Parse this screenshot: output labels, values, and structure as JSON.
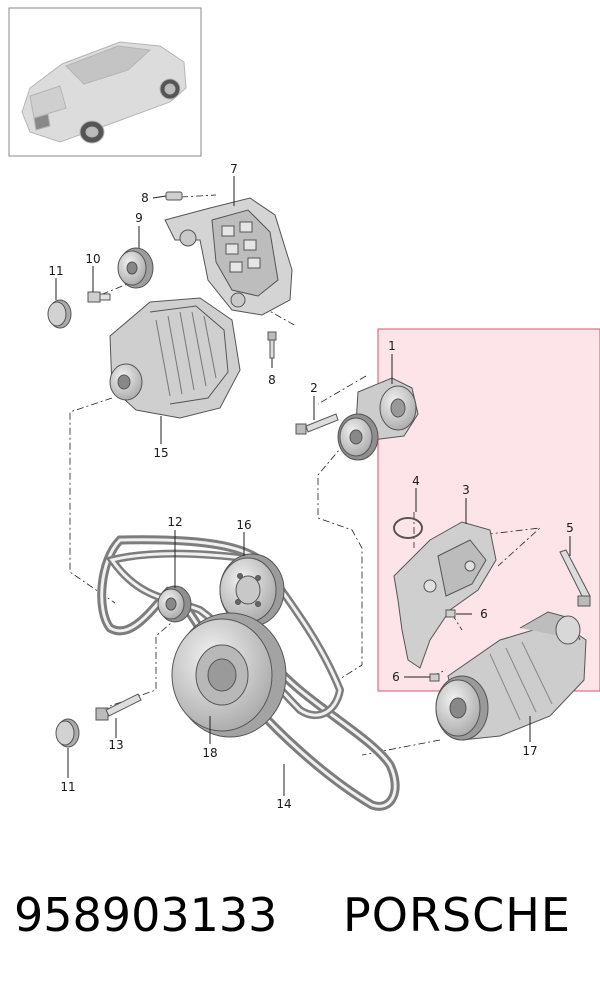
{
  "callouts": {
    "c1": "1",
    "c2": "2",
    "c3": "3",
    "c4": "4",
    "c5": "5",
    "c6a": "6",
    "c6b": "6",
    "c7": "7",
    "c8a": "8",
    "c8b": "8",
    "c9": "9",
    "c10": "10",
    "c11a": "11",
    "c11b": "11",
    "c12": "12",
    "c13": "13",
    "c14": "14",
    "c15": "15",
    "c16": "16",
    "c17": "17",
    "c18": "18"
  },
  "footer": {
    "part_number": "958903133",
    "brand": "PORSCHE"
  },
  "colors": {
    "highlight_fill": "#fde4e8",
    "highlight_border": "#d9536a",
    "part_fill": "#d6d6d6",
    "part_stroke": "#555555",
    "belt": "#8a8a8a"
  },
  "icons": {
    "vehicle": "suv-thumbnail-icon"
  }
}
